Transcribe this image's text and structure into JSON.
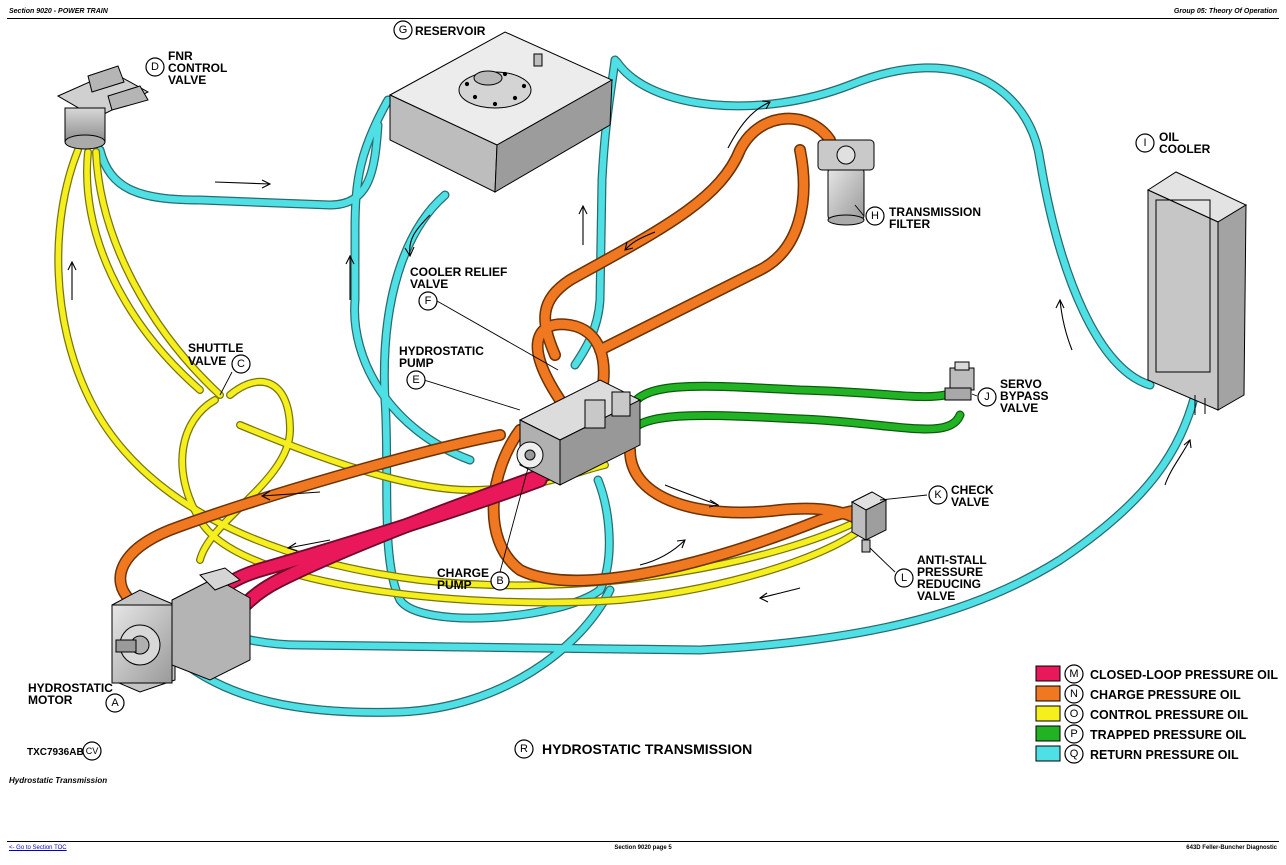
{
  "header": {
    "left": "Section 9020 - POWER TRAIN",
    "right": "Group 05: Theory Of Operation"
  },
  "footer": {
    "link": "<- Go to Section TOC",
    "center": "Section 9020 page 5",
    "right": "643D Feller-Buncher Diagnostic"
  },
  "caption": "Hydrostatic Transmission",
  "figure_id": {
    "text": "TXC7936AB",
    "badge": "CV"
  },
  "title": {
    "letter": "R",
    "text": "HYDROSTATIC TRANSMISSION"
  },
  "colors": {
    "closed_loop": "#e8185a",
    "charge": "#f07820",
    "control": "#f5ef1e",
    "trapped": "#22b324",
    "return": "#4fe0e6"
  },
  "components": {
    "A": {
      "letter": "A",
      "lines": [
        "HYDROSTATIC",
        "MOTOR"
      ]
    },
    "B": {
      "letter": "B",
      "lines": [
        "CHARGE",
        "PUMP"
      ]
    },
    "C": {
      "letter": "C",
      "lines": [
        "SHUTTLE",
        "VALVE"
      ]
    },
    "D": {
      "letter": "D",
      "lines": [
        "FNR",
        "CONTROL",
        "VALVE"
      ]
    },
    "E": {
      "letter": "E",
      "lines": [
        "HYDROSTATIC",
        "PUMP"
      ]
    },
    "F": {
      "letter": "F",
      "lines": [
        "COOLER RELIEF",
        "VALVE"
      ]
    },
    "G": {
      "letter": "G",
      "lines": [
        "RESERVOIR"
      ]
    },
    "H": {
      "letter": "H",
      "lines": [
        "TRANSMISSION",
        "FILTER"
      ]
    },
    "I": {
      "letter": "I",
      "lines": [
        "OIL",
        "COOLER"
      ]
    },
    "J": {
      "letter": "J",
      "lines": [
        "SERVO",
        "BYPASS",
        "VALVE"
      ]
    },
    "K": {
      "letter": "K",
      "lines": [
        "CHECK",
        "VALVE"
      ]
    },
    "L": {
      "letter": "L",
      "lines": [
        "ANTI-STALL",
        "PRESSURE",
        "REDUCING",
        "VALVE"
      ]
    }
  },
  "legend": [
    {
      "letter": "M",
      "label": "CLOSED-LOOP PRESSURE OIL",
      "color": "#e8185a"
    },
    {
      "letter": "N",
      "label": "CHARGE PRESSURE OIL",
      "color": "#f07820"
    },
    {
      "letter": "O",
      "label": "CONTROL PRESSURE OIL",
      "color": "#f5ef1e"
    },
    {
      "letter": "P",
      "label": "TRAPPED PRESSURE OIL",
      "color": "#22b324"
    },
    {
      "letter": "Q",
      "label": "RETURN PRESSURE OIL",
      "color": "#4fe0e6"
    }
  ]
}
